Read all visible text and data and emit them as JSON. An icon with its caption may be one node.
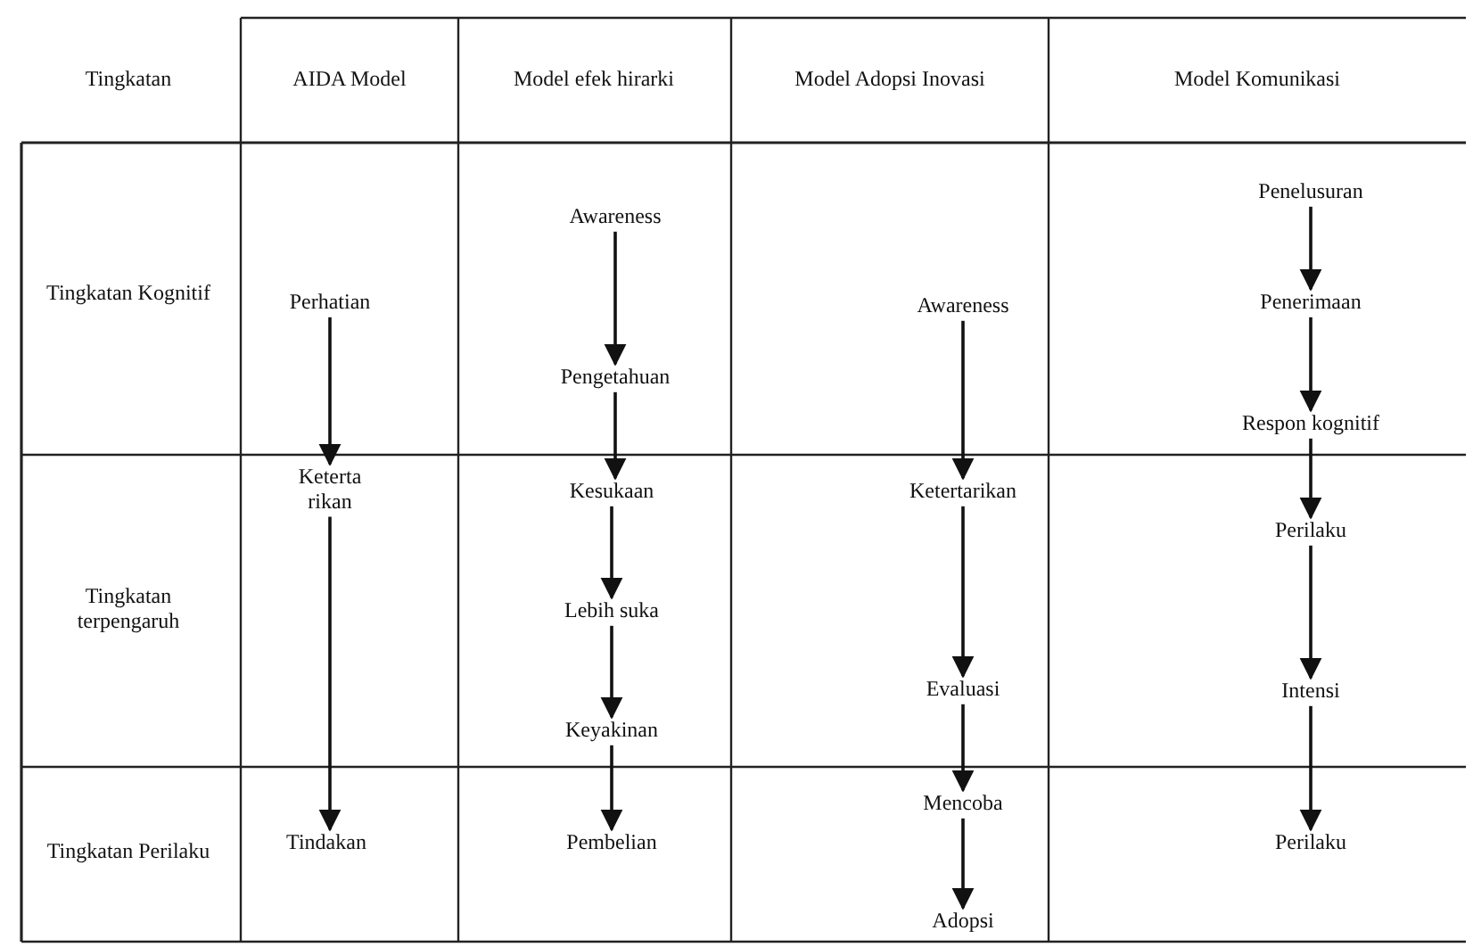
{
  "diagram": {
    "nodes": [
      {
        "text": [
          "Perhatian"
        ]
      },
      {
        "text": [
          "Keterta rikan"
        ]
      },
      {
        "text": [
          "Tindakan"
        ]
      },
      {
        "text": [
          "Awareness"
        ]
      },
      {
        "text": [
          "Pengetahuan"
        ]
      },
      {
        "text": [
          "Kesukaan"
        ]
      },
      {
        "text": [
          "Lebih suka"
        ]
      },
      {
        "text": [
          "Keyakinan"
        ]
      },
      {
        "text": [
          "Pembelian"
        ]
      },
      {
        "text": [
          "Awareness"
        ]
      },
      {
        "text": [
          "Ketertarikan"
        ]
      },
      {
        "text": [
          "Evaluasi"
        ]
      },
      {
        "text": [
          "Mencoba"
        ]
      },
      {
        "text": [
          "Adopsi"
        ]
      },
      {
        "text": [
          "Penelusuran"
        ]
      },
      {
        "text": [
          "Penerimaan"
        ]
      },
      {
        "text": [
          "Respon kognitif"
        ]
      },
      {
        "text": [
          "Perilaku"
        ]
      },
      {
        "text": [
          "Intensi"
        ]
      },
      {
        "text": [
          "Perilaku"
        ]
      }
    ],
    "edges": [
      {
        "from": 0,
        "to": 1,
        "arrow": "to"
      },
      {
        "from": 1,
        "to": 2,
        "arrow": "to"
      },
      {
        "from": 3,
        "to": 4,
        "arrow": "to"
      },
      {
        "from": 4,
        "to": 5,
        "arrow": "to"
      },
      {
        "from": 5,
        "to": 6,
        "arrow": "to"
      },
      {
        "from": 6,
        "to": 7,
        "arrow": "to"
      },
      {
        "from": 7,
        "to": 8,
        "arrow": "to"
      },
      {
        "from": 9,
        "to": 10,
        "arrow": "to"
      },
      {
        "from": 10,
        "to": 11,
        "arrow": "to"
      },
      {
        "from": 11,
        "to": 12,
        "arrow": "to"
      },
      {
        "from": 12,
        "to": 13,
        "arrow": "to"
      },
      {
        "from": 14,
        "to": 15,
        "arrow": "to"
      },
      {
        "from": 15,
        "to": 16,
        "arrow": "to"
      },
      {
        "from": 16,
        "to": 17,
        "arrow": "to"
      },
      {
        "from": 17,
        "to": 18,
        "arrow": "to"
      },
      {
        "from": 18,
        "to": 19,
        "arrow": "to"
      }
    ],
    "labels": [
      "Tingkatan",
      "AIDA Model",
      "Model efek hirarki",
      "Model Adopsi Inovasi",
      "Model Komunikasi",
      "Tingkatan Kognitif",
      "Tingkatan terpengaruh",
      "Tingkatan Perilaku"
    ]
  }
}
